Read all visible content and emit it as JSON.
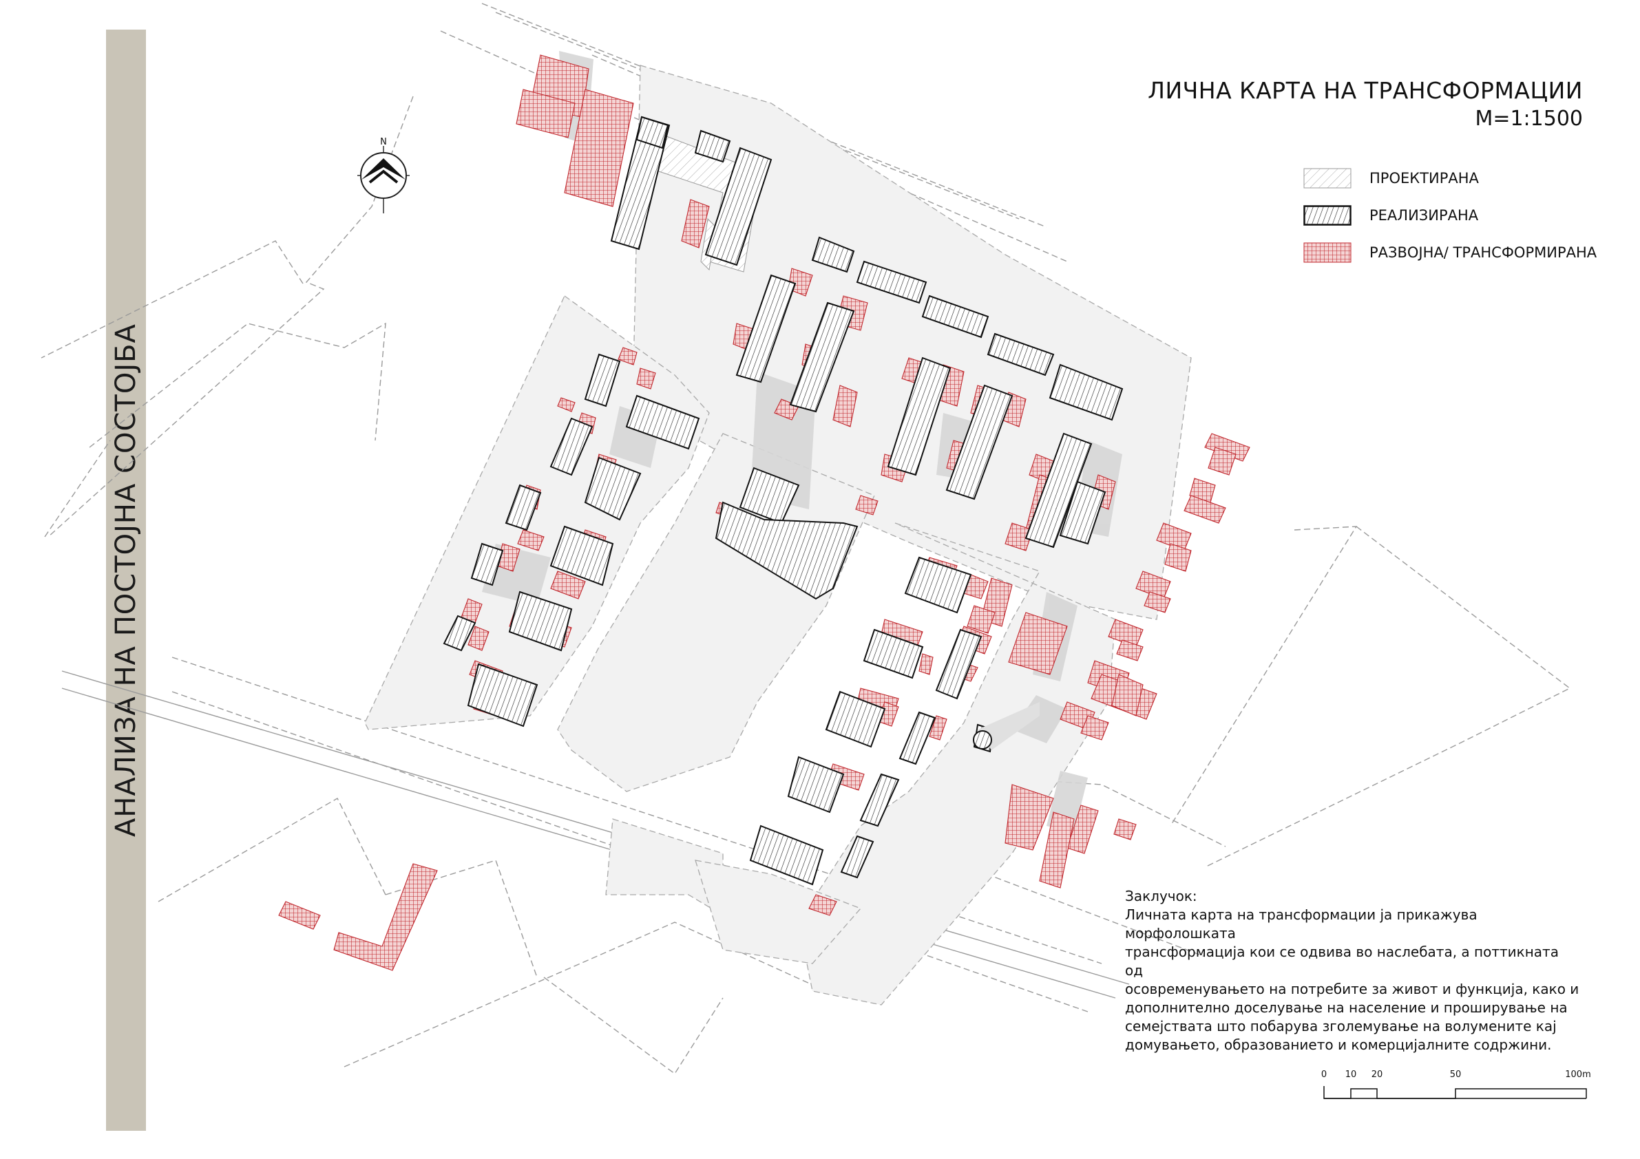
{
  "sidebar": {
    "text": "АНАЛИЗА НА ПОСТОЈНА СОСТОЈБА"
  },
  "header": {
    "title": "ЛИЧНА КАРТА НА ТРАНСФОРМАЦИИ",
    "scale_text": "М=1:1500"
  },
  "legend": {
    "items": [
      {
        "label": "ПРОЕКТИРАНА",
        "style": "projected"
      },
      {
        "label": "РЕАЛИЗИРАНА",
        "style": "realized"
      },
      {
        "label": "РАЗВОЈНА/ ТРАНСФОРМИРАНА",
        "style": "transformed"
      }
    ]
  },
  "north_arrow": {
    "label": "N",
    "icon": "north-arrow-icon"
  },
  "conclusion": {
    "heading": "Заклучок:",
    "lines": [
      "Личната карта на трансформации ја прикажува морфолошката",
      "трансформација кои  се одвива во наслебата, а поттикната од",
      "осовременувањето на потребите за живот и функција, како и",
      "дополнително доселување на население и проширување на",
      "семејствата што побарува зголемување на волумените кај",
      "домувањето, образованието и комерцијалните содржини."
    ]
  },
  "scale_bar": {
    "labels": [
      "0",
      "10",
      "20",
      "50",
      "100m"
    ],
    "values": [
      0,
      10,
      20,
      50,
      100
    ]
  },
  "colors": {
    "transformed": "#c0262c",
    "realized": "#1a1a1a",
    "block_fill": "#f2f2f2",
    "sidebar": "#c9c4b7"
  }
}
